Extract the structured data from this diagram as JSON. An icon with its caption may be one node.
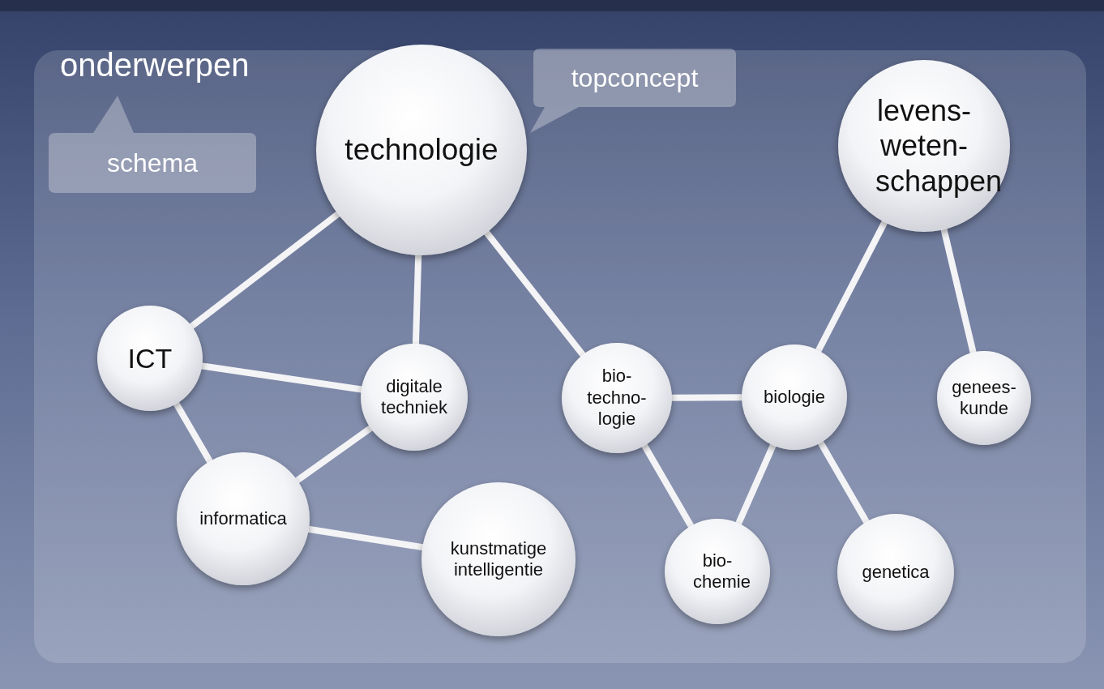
{
  "diagram": {
    "nodes": [
      {
        "text": [
          "onderwerpen"
        ]
      },
      {
        "text": [
          "schema"
        ],
        "in": 0
      },
      {
        "text": [
          "topconcept"
        ],
        "in": 0
      },
      {
        "text": [
          "technologie"
        ],
        "in": 0
      },
      {
        "text": [
          "levens- weten- schappen"
        ],
        "in": 0
      },
      {
        "text": [
          "ICT"
        ],
        "in": 0
      },
      {
        "text": [
          "digitale techniek"
        ],
        "in": 0
      },
      {
        "text": [
          "bio- techno- logie"
        ],
        "in": 0
      },
      {
        "text": [
          "biologie"
        ],
        "in": 0
      },
      {
        "text": [
          "genees- kunde"
        ],
        "in": 0
      },
      {
        "text": [
          "informatica"
        ],
        "in": 0
      },
      {
        "text": [
          "kunstmatige intelligentie"
        ],
        "in": 0
      },
      {
        "text": [
          "bio- chemie"
        ],
        "in": 0
      },
      {
        "text": [
          "genetica"
        ],
        "in": 0
      }
    ],
    "edges": [
      {
        "from": 3,
        "to": 5,
        "arrow": "none"
      },
      {
        "from": 3,
        "to": 6,
        "arrow": "none"
      },
      {
        "from": 3,
        "to": 7,
        "arrow": "none"
      },
      {
        "from": 5,
        "to": 6,
        "arrow": "none"
      },
      {
        "from": 5,
        "to": 10,
        "arrow": "none"
      },
      {
        "from": 6,
        "to": 10,
        "arrow": "none"
      },
      {
        "from": 10,
        "to": 11,
        "arrow": "none"
      },
      {
        "from": 7,
        "to": 8,
        "arrow": "none"
      },
      {
        "from": 7,
        "to": 12,
        "arrow": "none"
      },
      {
        "from": 8,
        "to": 12,
        "arrow": "none"
      },
      {
        "from": 8,
        "to": 13,
        "arrow": "none"
      },
      {
        "from": 4,
        "to": 8,
        "arrow": "none"
      },
      {
        "from": 4,
        "to": 9,
        "arrow": "none"
      }
    ]
  }
}
